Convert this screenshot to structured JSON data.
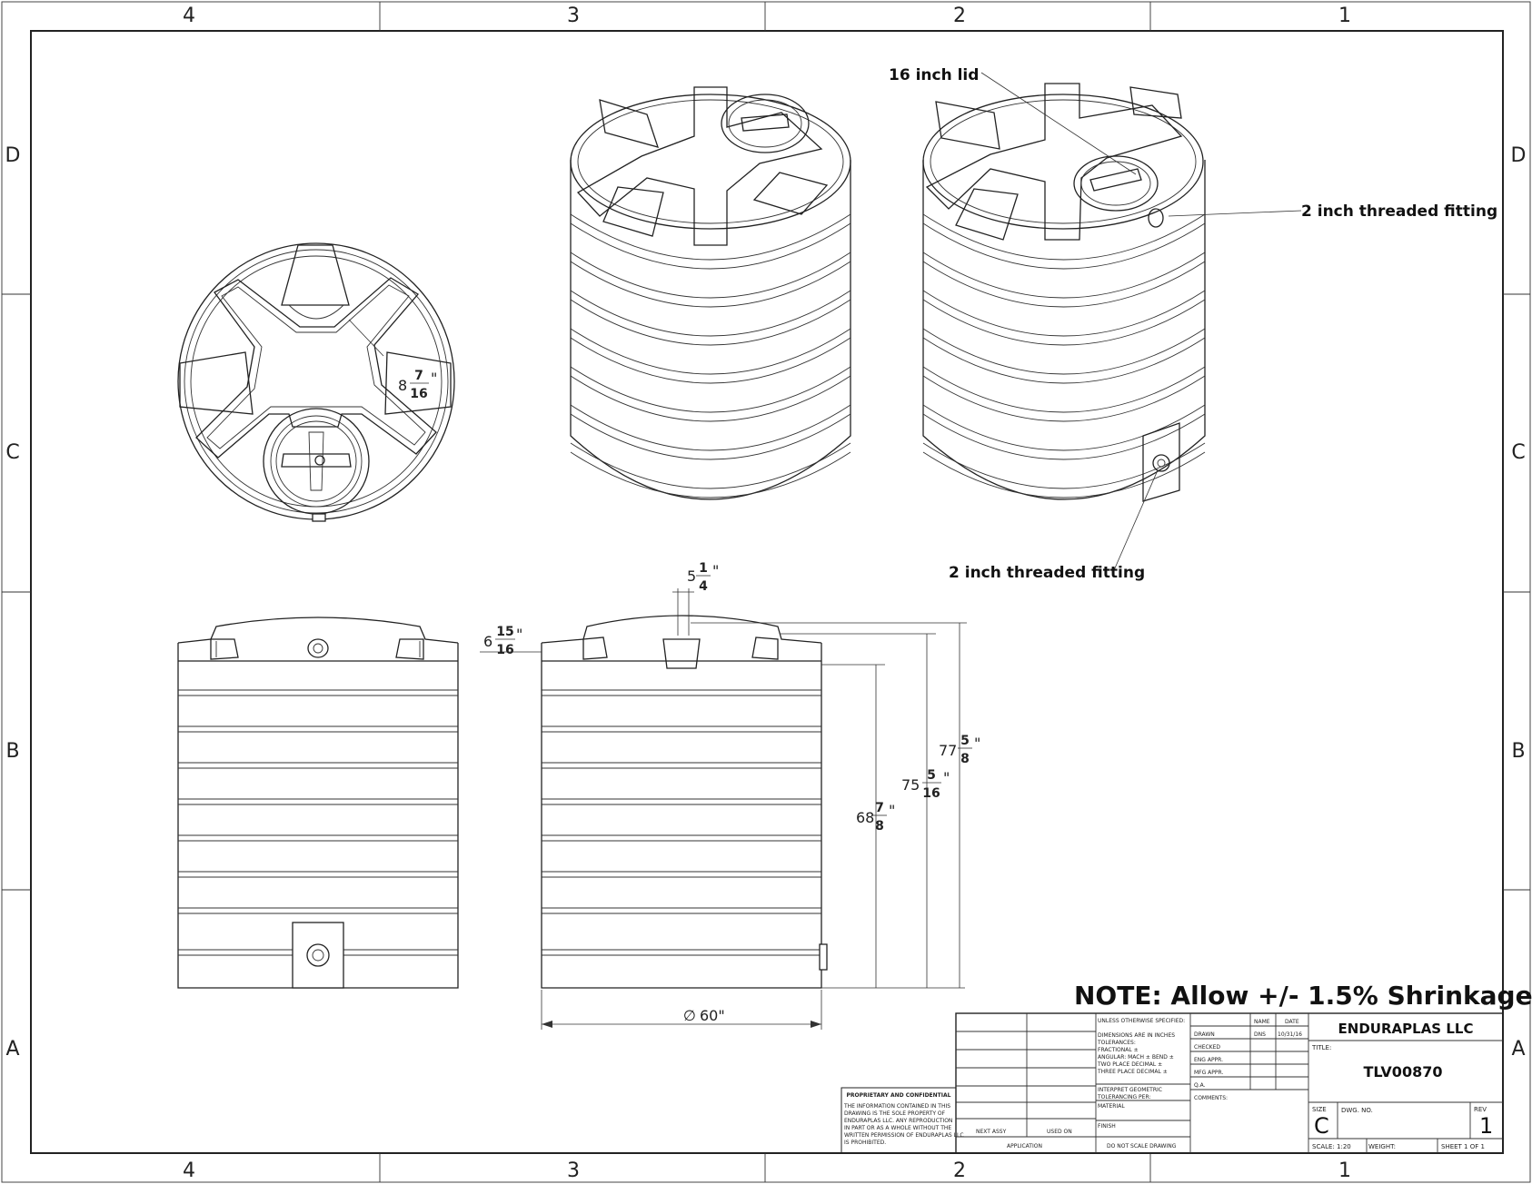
{
  "border": {
    "columns": [
      "4",
      "3",
      "2",
      "1"
    ],
    "rows": [
      "D",
      "C",
      "B",
      "A"
    ]
  },
  "callouts": {
    "lid": "16 inch lid",
    "fitting_top": "2 inch threaded fitting",
    "fitting_side": "2 inch threaded fitting"
  },
  "dimensions": {
    "top_rib_whole": "8",
    "top_rib_num": "7",
    "top_rib_den": "16",
    "top_rib_unit": "\"",
    "neck_whole": "5",
    "neck_num": "1",
    "neck_den": "4",
    "neck_unit": "\"",
    "shoulder_whole": "6",
    "shoulder_num": "15",
    "shoulder_den": "16",
    "shoulder_unit": "\"",
    "body_whole": "68",
    "body_num": "7",
    "body_den": "8",
    "body_unit": "\"",
    "mid_whole": "75",
    "mid_num": "5",
    "mid_den": "16",
    "mid_unit": "\"",
    "overall_whole": "77",
    "overall_num": "5",
    "overall_den": "8",
    "overall_unit": "\"",
    "diameter_symbol": "∅",
    "diameter": "60\""
  },
  "note": "NOTE: Allow +/- 1.5% Shrinkage",
  "title_block": {
    "unless": "UNLESS OTHERWISE SPECIFIED:",
    "dims_inches": "DIMENSIONS ARE IN INCHES",
    "tolerances": "TOLERANCES:",
    "fractional": "FRACTIONAL ±",
    "angular": "ANGULAR: MACH ±    BEND ±",
    "two_place": "TWO PLACE DECIMAL   ±",
    "three_place": "THREE PLACE DECIMAL  ±",
    "interpret": "INTERPRET GEOMETRIC",
    "tol_per": "TOLERANCING PER:",
    "material": "MATERIAL",
    "finish": "FINISH",
    "next_assy": "NEXT ASSY",
    "used_on": "USED ON",
    "application": "APPLICATION",
    "do_not_scale": "DO NOT SCALE DRAWING",
    "name_hdr": "NAME",
    "date_hdr": "DATE",
    "drawn": "DRAWN",
    "drawn_name": "DNS",
    "drawn_date": "10/31/16",
    "checked": "CHECKED",
    "eng_appr": "ENG APPR.",
    "mfg_appr": "MFG APPR.",
    "qa": "Q.A.",
    "comments": "COMMENTS:",
    "company": "ENDURAPLAS LLC",
    "title_label": "TITLE:",
    "title": "TLV00870",
    "size_label": "SIZE",
    "size": "C",
    "dwg_no_label": "DWG.  NO.",
    "rev_label": "REV",
    "rev": "1",
    "scale": "SCALE: 1:20",
    "weight": "WEIGHT:",
    "sheet": "SHEET 1 OF 1",
    "prop_title": "PROPRIETARY AND CONFIDENTIAL",
    "prop_1": "THE INFORMATION CONTAINED IN THIS",
    "prop_2": "DRAWING IS THE SOLE PROPERTY OF",
    "prop_3": "ENDURAPLAS LLC.  ANY REPRODUCTION",
    "prop_4": "IN PART OR AS A WHOLE WITHOUT THE",
    "prop_5": "WRITTEN PERMISSION OF ENDURAPLAS LLC",
    "prop_6": "IS PROHIBITED."
  }
}
